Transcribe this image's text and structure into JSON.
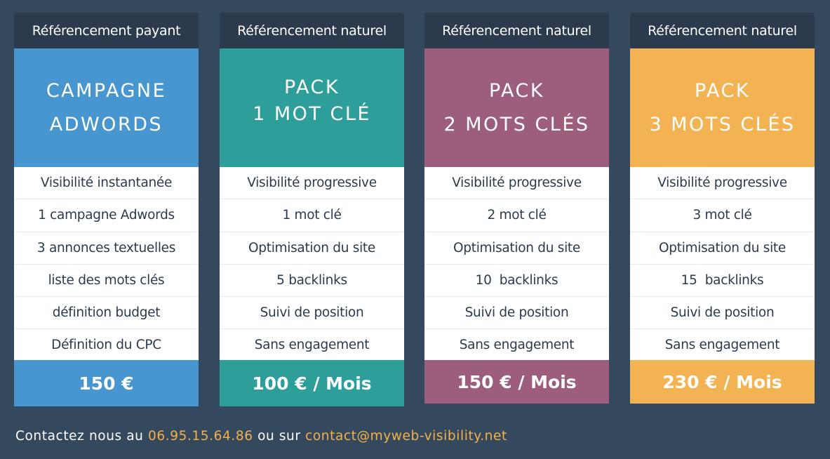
{
  "colors": {
    "background": "#34495e",
    "header": "#2b3a4c",
    "blue": "#4896cf",
    "teal": "#2e9e9b",
    "purple": "#9c5e7c",
    "orange": "#f3b352",
    "highlight": "#f3b14a"
  },
  "cards": [
    {
      "category": "Référencement payant",
      "title_line1": "CAMPAGNE",
      "title_line2": "ADWORDS",
      "features": [
        "Visibilité instantanée",
        "1 campagne Adwords",
        "3 annonces textuelles",
        "liste des mots clés",
        "définition budget",
        "Définition du CPC"
      ],
      "price": "150 €"
    },
    {
      "category": "Référencement naturel",
      "title_line1": "PACK",
      "title_line2": "1 MOT CLÉ",
      "features": [
        "Visibilité progressive",
        "1 mot clé",
        "Optimisation du site",
        "5 backlinks",
        "Suivi de position",
        "Sans engagement"
      ],
      "price": "100 € / Mois"
    },
    {
      "category": "Référencement naturel",
      "title_line1": "PACK",
      "title_line2": "2 MOTS CLÉS",
      "features": [
        "Visibilité progressive",
        "2 mot clé",
        "Optimisation du site",
        "10  backlinks",
        "Suivi de position",
        "Sans engagement"
      ],
      "price": "150 € / Mois"
    },
    {
      "category": "Référencement naturel",
      "title_line1": "PACK",
      "title_line2": "3 MOTS CLÉS",
      "features": [
        "Visibilité progressive",
        "3 mot clé",
        "Optimisation du site",
        "15  backlinks",
        "Suivi de position",
        "Sans engagement"
      ],
      "price": "230 € / Mois"
    }
  ],
  "footer": {
    "prefix": "Contactez nous au ",
    "phone": "06.95.15.64.86",
    "middle": " ou sur ",
    "email": "contact@myweb-visibility.net"
  }
}
